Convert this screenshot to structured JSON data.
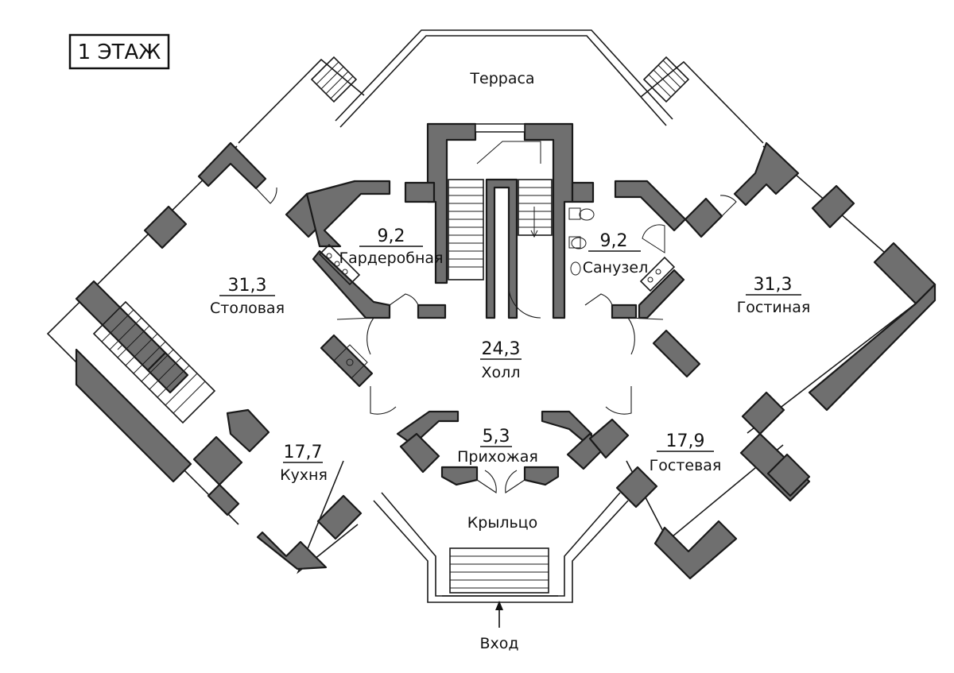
{
  "plan": {
    "title": "1 ЭТАЖ",
    "outdoor": {
      "terrace": "Терраса",
      "porch": "Крыльцо",
      "entrance": "Вход"
    },
    "rooms": {
      "wardrobe": {
        "area": "9,2",
        "name": "Гардеробная"
      },
      "bathroom": {
        "area": "9,2",
        "name": "Санузел"
      },
      "dining": {
        "area": "31,3",
        "name": "Столовая"
      },
      "living": {
        "area": "31,3",
        "name": "Гостиная"
      },
      "hall": {
        "area": "24,3",
        "name": "Холл"
      },
      "vestibule": {
        "area": "5,3",
        "name": "Прихожая"
      },
      "kitchen": {
        "area": "17,7",
        "name": "Кухня"
      },
      "guest": {
        "area": "17,9",
        "name": "Гостевая"
      }
    }
  }
}
